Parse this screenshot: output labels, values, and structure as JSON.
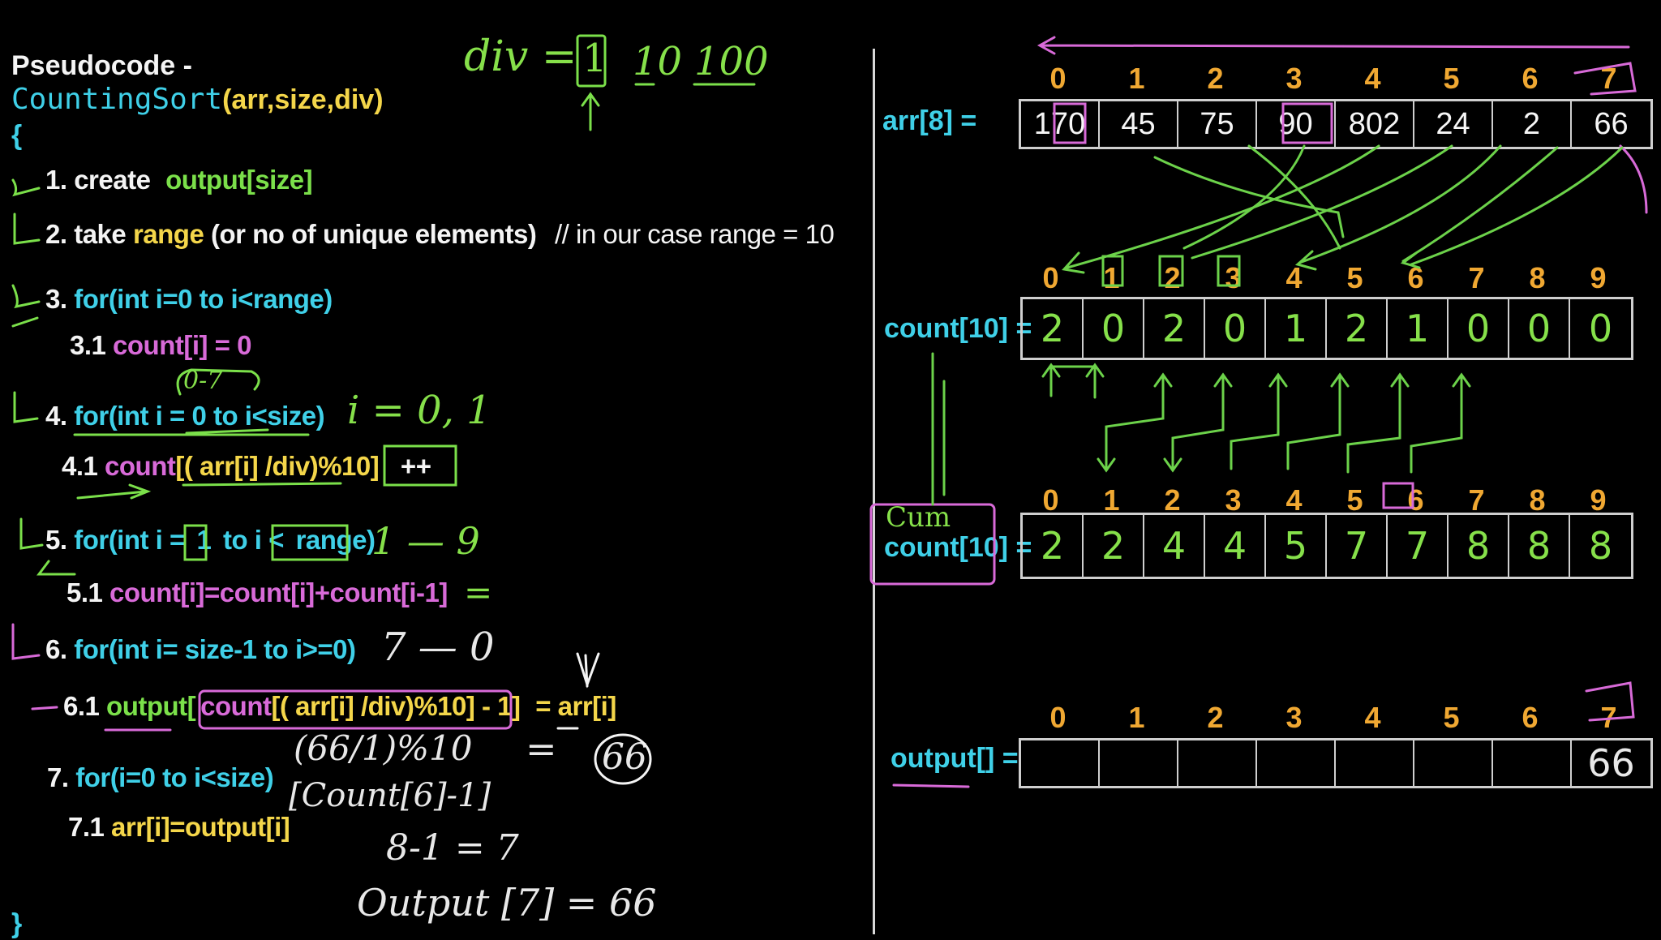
{
  "pseudocode": {
    "heading": "Pseudocode -",
    "func_name": "CountingSort",
    "func_params": "(arr,size,div)",
    "open_brace": "{",
    "close_brace": "}",
    "lines": [
      {
        "num": "1.",
        "text_a": "create",
        "text_b": "output[size]"
      },
      {
        "num": "2.",
        "text_a": "take",
        "text_b": "range",
        "text_c": "(or no of unique elements)",
        "text_d": "// in our case range = 10"
      },
      {
        "num": "3.",
        "text_a": "for(int i=0 to i<range)"
      },
      {
        "num": "3.1",
        "text_a": "count[i] = 0"
      },
      {
        "num": "4.",
        "text_a": "for(int i = 0 to i<size)"
      },
      {
        "num": "4.1",
        "text_a": "count",
        "text_b": "[( arr[i] /div)%10]",
        "text_c": "++"
      },
      {
        "num": "5.",
        "text_a": "for(int i =",
        "text_b": "1",
        "text_c": "to i <",
        "text_d": "range)"
      },
      {
        "num": "5.1",
        "text_a": "count[i]=count[i]+count[i-1]"
      },
      {
        "num": "6.",
        "text_a": "for(int i= size-1 to i>=0)"
      },
      {
        "num": "6.1",
        "text_a": "output[",
        "text_b": "count",
        "text_c": "[( arr[i] /div)%10] - 1]",
        "text_d": "= arr[i]"
      },
      {
        "num": "7.",
        "text_a": "for(i=0 to i<size)"
      },
      {
        "num": "7.1",
        "text_a": "arr[i]=output[i]"
      }
    ]
  },
  "annotations": {
    "div_label": "div =",
    "div_values": [
      "1",
      "10",
      "100"
    ],
    "i_vals": "i = 0, 1",
    "range_0_7": "0-7",
    "range_1_9": "1 — 9",
    "eq_sign": "=",
    "range_7_0": "7 — 0",
    "calc1": "(66/1)%10",
    "calc1_eq": "=",
    "calc1_result": "66",
    "calc2": "[Count[6]-1]",
    "calc3": "8-1 =  7",
    "calc4": "Output [7] = 66"
  },
  "arrays": {
    "indices8": [
      "0",
      "1",
      "2",
      "3",
      "4",
      "5",
      "6",
      "7"
    ],
    "indices10": [
      "0",
      "1",
      "2",
      "3",
      "4",
      "5",
      "6",
      "7",
      "8",
      "9"
    ],
    "arr": {
      "label": "arr[8] =",
      "values": [
        "170",
        "45",
        "75",
        "90",
        "802",
        "24",
        "2",
        "66"
      ]
    },
    "count": {
      "label": "count[10] =",
      "values": [
        "2",
        "0",
        "2",
        "0",
        "1",
        "2",
        "1",
        "0",
        "0",
        "0"
      ]
    },
    "cum": {
      "label_a": "Cum",
      "label_b": "count[10] =",
      "values": [
        "2",
        "2",
        "4",
        "4",
        "5",
        "7",
        "7",
        "8",
        "8",
        "8"
      ]
    },
    "output": {
      "label": "output[] =",
      "values": [
        "",
        "",
        "",
        "",
        "",
        "",
        "",
        "66"
      ]
    }
  }
}
